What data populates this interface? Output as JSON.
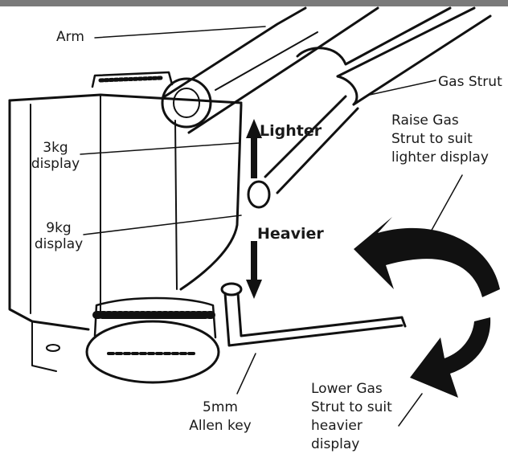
{
  "colors": {
    "ink": "#111111",
    "header_bar": "#7a7a7a",
    "background": "#ffffff"
  },
  "labels": {
    "arm": "Arm",
    "gas_strut": "Gas Strut",
    "display_3kg": [
      "3kg",
      "display"
    ],
    "display_9kg": [
      "9kg",
      "display"
    ],
    "lighter": "Lighter",
    "heavier": "Heavier",
    "raise": [
      "Raise Gas",
      "Strut to suit",
      "lighter display"
    ],
    "lower": [
      "Lower Gas",
      "Strut to suit",
      "heavier",
      "display"
    ],
    "allen_key": [
      "5mm",
      "Allen key"
    ]
  }
}
